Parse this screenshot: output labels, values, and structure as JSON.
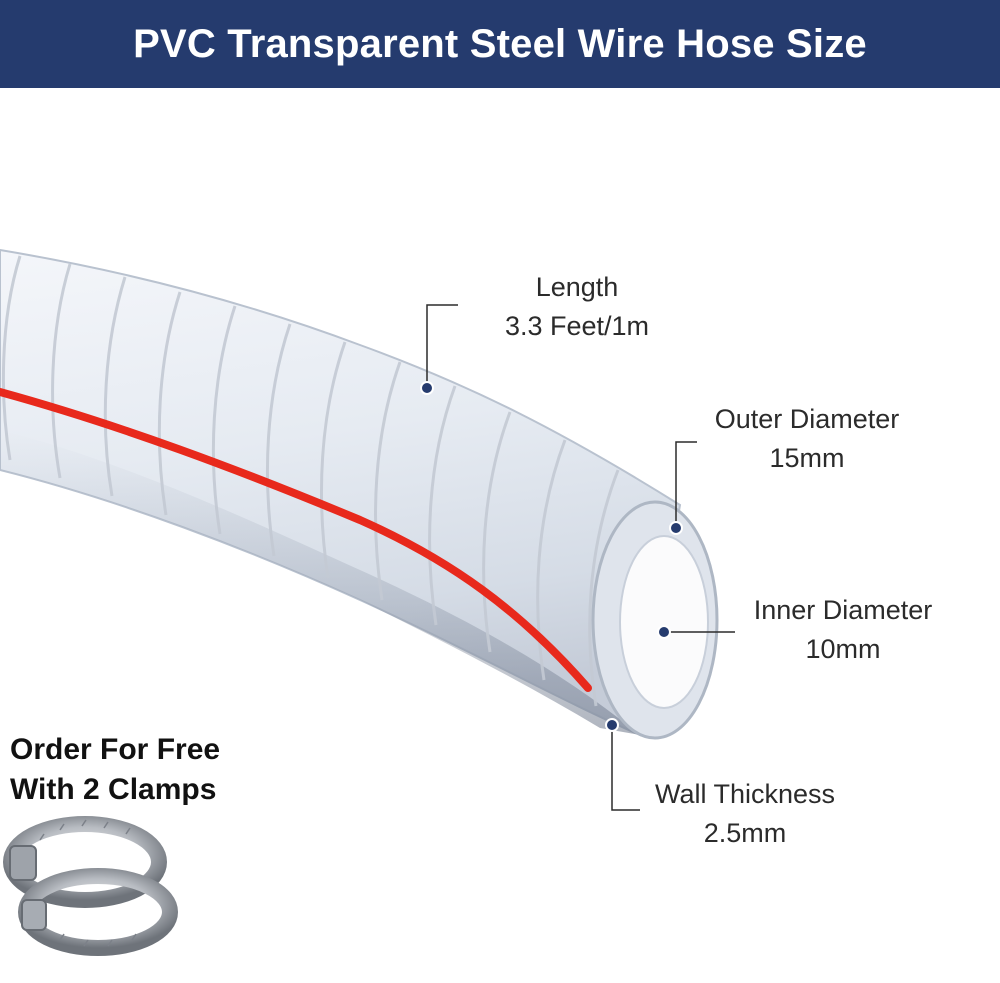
{
  "header": {
    "title": "PVC Transparent Steel Wire Hose Size",
    "background": "#253b6e"
  },
  "specs": {
    "length": {
      "label": "Length",
      "value": "3.3 Feet/1m"
    },
    "outer_diameter": {
      "label": "Outer Diameter",
      "value": "15mm"
    },
    "inner_diameter": {
      "label": "Inner Diameter",
      "value": "10mm"
    },
    "wall_thickness": {
      "label": "Wall Thickness",
      "value": "2.5mm"
    }
  },
  "promo": {
    "line1": "Order For Free",
    "line2": "With 2 Clamps"
  },
  "colors": {
    "callout_line": "#2b2b2b",
    "callout_dot": "#253b6e",
    "red_stripe": "#e8291c"
  },
  "icons": {
    "hose": "clear-pvc-hose-image",
    "clamps": "hose-clamps-image"
  }
}
